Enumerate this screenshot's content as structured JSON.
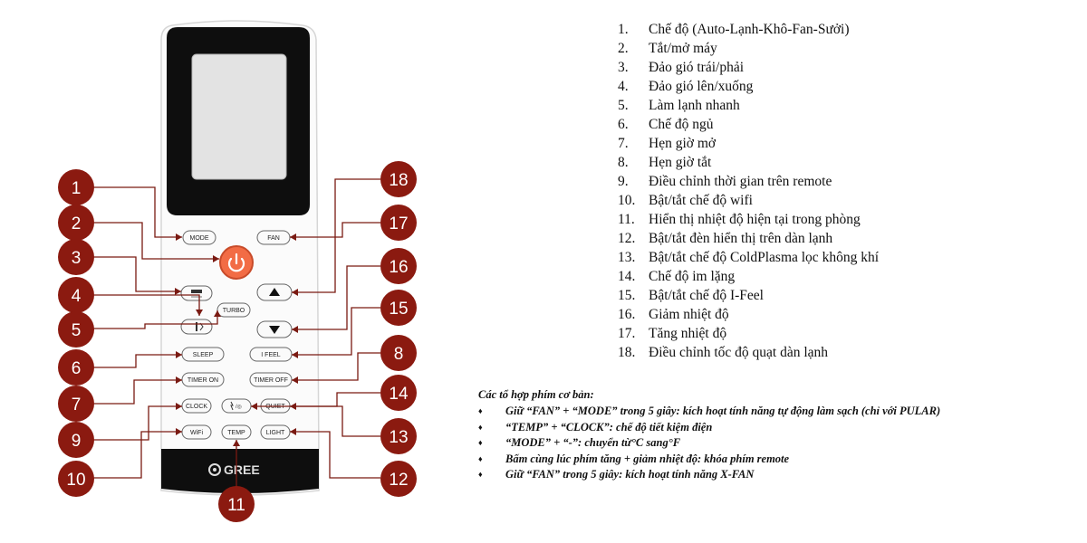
{
  "remote": {
    "brand": "GREE",
    "buttons": {
      "mode": "MODE",
      "fan": "FAN",
      "turbo": "TURBO",
      "sleep": "SLEEP",
      "ifeel": "I FEEL",
      "timer_on": "TIMER ON",
      "timer_off": "TIMER OFF",
      "clock": "CLOCK",
      "quiet": "QUIET",
      "wifi": "WiFi",
      "temp": "TEMP",
      "light": "LIGHT"
    }
  },
  "callouts": [
    "1",
    "2",
    "3",
    "4",
    "5",
    "6",
    "7",
    "8",
    "9",
    "10",
    "11",
    "12",
    "13",
    "14",
    "15",
    "16",
    "17",
    "18"
  ],
  "legend": [
    {
      "num": "1.",
      "text": "Chế độ (Auto-Lạnh-Khô-Fan-Sưởi)"
    },
    {
      "num": "2.",
      "text": "Tắt/mở máy"
    },
    {
      "num": "3.",
      "text": "Đảo gió trái/phải"
    },
    {
      "num": "4.",
      "text": "Đảo gió lên/xuống"
    },
    {
      "num": "5.",
      "text": "Làm lạnh nhanh"
    },
    {
      "num": "6.",
      "text": "Chế độ ngủ"
    },
    {
      "num": "7.",
      "text": "Hẹn giờ mở"
    },
    {
      "num": "8.",
      "text": "Hẹn giờ tắt"
    },
    {
      "num": "9.",
      "text": "Điều chỉnh thời gian trên remote"
    },
    {
      "num": "10.",
      "text": "Bật/tắt chế độ wifi"
    },
    {
      "num": "11.",
      "text": "Hiển thị nhiệt độ hiện tại trong phòng"
    },
    {
      "num": "12.",
      "text": "Bật/tắt đèn hiển thị trên dàn lạnh"
    },
    {
      "num": "13.",
      "text": "Bật/tắt chế độ ColdPlasma lọc không khí"
    },
    {
      "num": "14.",
      "text": "Chế độ im lặng"
    },
    {
      "num": "15.",
      "text": "Bật/tắt chế độ I-Feel"
    },
    {
      "num": "16.",
      "text": "Giảm nhiệt độ"
    },
    {
      "num": "17.",
      "text": "Tăng nhiệt độ"
    },
    {
      "num": "18.",
      "text": "Điều chỉnh tốc độ quạt dàn lạnh"
    }
  ],
  "combos": {
    "title": "Các tổ hợp phím cơ bản:",
    "bullet": "♦",
    "items": [
      "Giữ “FAN” + “MODE” trong 5 giây: kích hoạt tính năng tự động làm sạch (chỉ với PULAR)",
      "“TEMP” + “CLOCK”: chế độ tiết kiệm điện",
      "“MODE” + “-”: chuyển từ°C sang°F",
      "Bấm cùng lúc phím tăng + giảm nhiệt độ: khóa phím remote",
      "Giữ “FAN” trong 5 giây: kích hoạt tính năng X-FAN"
    ]
  },
  "colors": {
    "callout": "#8b1a10",
    "power": "#f26c45",
    "lines": "#7a1a12",
    "screen": "#e3e3e3"
  }
}
